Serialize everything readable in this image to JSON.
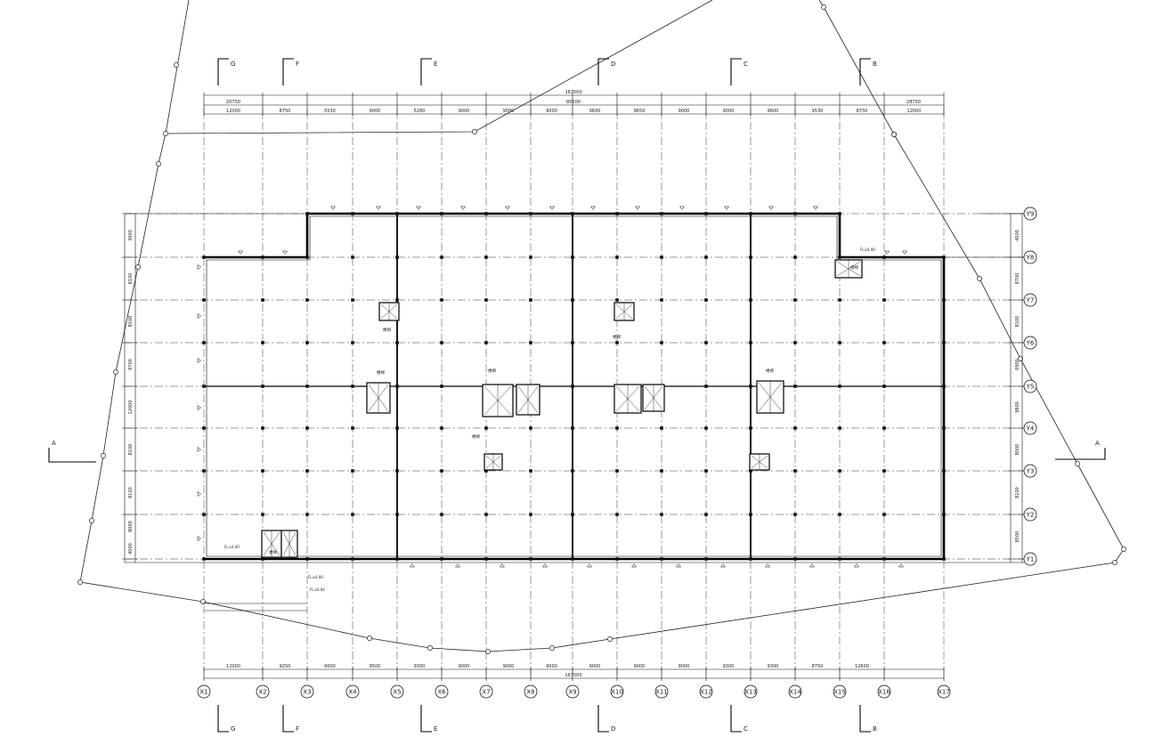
{
  "overall_dims": {
    "top_total": "163500",
    "top_left": "20750",
    "top_mid": "80500",
    "top_right": "28750",
    "bottom_total": "163500"
  },
  "top_spans": [
    "12000",
    "8750",
    "5530",
    "9000",
    "5280",
    "9000",
    "9000",
    "9000",
    "9600",
    "9650",
    "9000",
    "9000",
    "9600",
    "9530",
    "8750",
    "12000"
  ],
  "bottom_spans": [
    "12000",
    "9250",
    "9000",
    "9500",
    "9300",
    "9000",
    "9000",
    "9000",
    "9000",
    "9000",
    "9000",
    "9300",
    "9300",
    "8750",
    "12600"
  ],
  "left_spans": [
    "3000",
    "8100",
    "8100",
    "8700",
    "12000",
    "8100",
    "8100",
    "8000",
    "4000"
  ],
  "right_spans": [
    "4500",
    "8700",
    "8100",
    "6900",
    "9800",
    "8000",
    "8100",
    "8500"
  ],
  "x_axes": [
    "X1",
    "X2",
    "X3",
    "X4",
    "X5",
    "X6",
    "X7",
    "X8",
    "X9",
    "X10",
    "X11",
    "X12",
    "X13",
    "X14",
    "X15",
    "X16",
    "X17"
  ],
  "y_axes": [
    "Y9",
    "Y8",
    "Y7",
    "Y6",
    "Y5",
    "Y4",
    "Y3",
    "Y2",
    "Y1"
  ],
  "sections_top": [
    "G",
    "F",
    "E",
    "D",
    "C",
    "B"
  ],
  "sections_bottom": [
    "G",
    "F",
    "E",
    "D",
    "C",
    "B"
  ],
  "section_side": [
    "A",
    "A"
  ],
  "room_labels": [
    "楼梯",
    "楼梯",
    "楼梯",
    "楼梯",
    "楼梯",
    "楼梯",
    "楼梯",
    "楼梯"
  ],
  "notes": [
    "FL±0.00",
    "FL±0.00",
    "FL±0.00",
    "FL±0.00"
  ]
}
